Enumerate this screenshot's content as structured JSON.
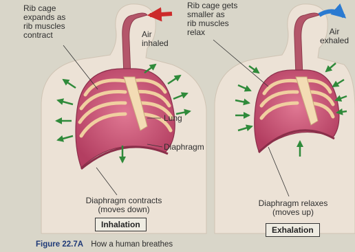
{
  "inhalation": {
    "rib_label_lines": [
      "Rib cage",
      "expands as",
      "rib muscles",
      "contract"
    ],
    "air_lines": [
      "Air",
      "inhaled"
    ],
    "lung_label": "Lung",
    "diaphragm_label": "Diaphragm",
    "diaphragm_lines": [
      "Diaphragm contracts",
      "(moves down)"
    ],
    "title": "Inhalation"
  },
  "exhalation": {
    "rib_label_lines": [
      "Rib cage gets",
      "smaller as",
      "rib muscles",
      "relax"
    ],
    "air_lines": [
      "Air",
      "exhaled"
    ],
    "diaphragm_lines": [
      "Diaphragm relaxes",
      "(moves up)"
    ],
    "title": "Exhalation"
  },
  "figure": {
    "number": "Figure 22.7A",
    "caption": "How a human breathes"
  },
  "colors": {
    "background": "#d9d6c9",
    "skin": "#ece2d6",
    "lung": "#c24e70",
    "rib": "#f0cfa0",
    "trachea": "#b4566a",
    "muscle_arrow": "#2f8a3a",
    "inhale_arrow": "#cc2a2a",
    "exhale_arrow": "#2a7ad1",
    "caption_blue": "#1f3a78"
  }
}
